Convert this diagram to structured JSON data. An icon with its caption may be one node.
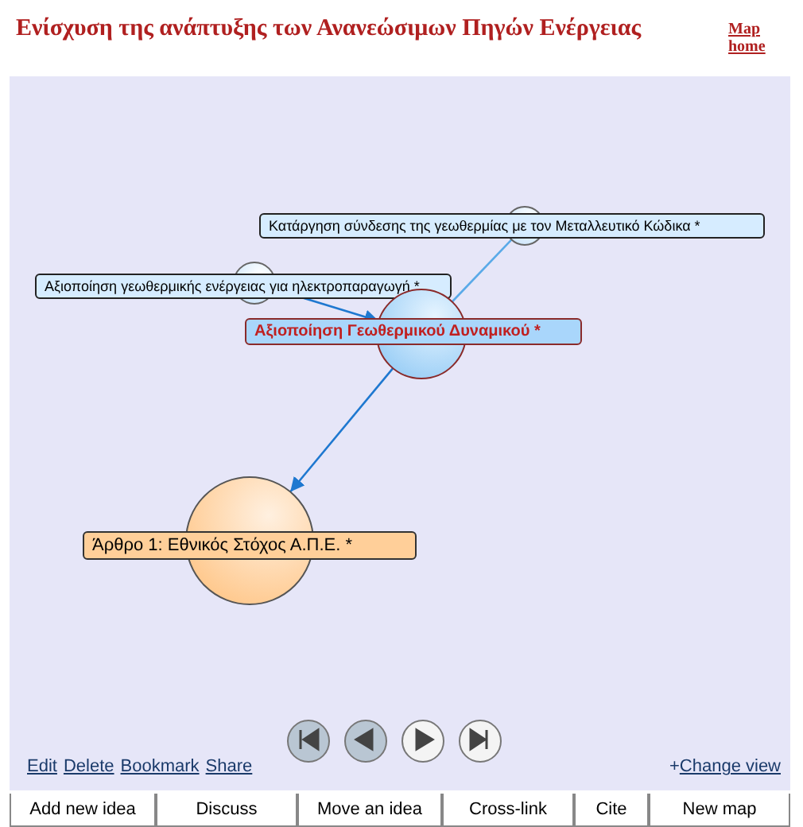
{
  "diagram": {
    "title": "Ενίσχυση της ανάπτυξης των Ανανεώσιμων Πηγών Ενέργειας",
    "nodes": [
      {
        "text": [
          "Κατάργηση σύνδεσης της γεωθερμίας με τον Μεταλλευτικό Κώδικα *"
        ]
      },
      {
        "text": [
          "Αξιοποίηση γεωθερμικής ενέργειας για ηλεκτροπαραγωγή *"
        ]
      },
      {
        "text": [
          "Αξιοποίηση Γεωθερμικού Δυναμικού *"
        ]
      },
      {
        "text": [
          "Άρθρο 1: Εθνικός Στόχος Α.Π.Ε. *"
        ]
      }
    ],
    "edges": [
      {
        "from": 0,
        "to": 2,
        "arrow": "none",
        "color": "#5aaae8"
      },
      {
        "from": 1,
        "to": 2,
        "arrow": "to"
      },
      {
        "from": 2,
        "to": 3,
        "arrow": "to"
      }
    ],
    "labels": [
      "Map home",
      "Edit",
      "Delete",
      "Bookmark",
      "Share",
      "+",
      "Change view",
      "Add new idea",
      "Discuss",
      "Move an idea",
      "Cross-link",
      "Cite",
      "New map"
    ]
  }
}
